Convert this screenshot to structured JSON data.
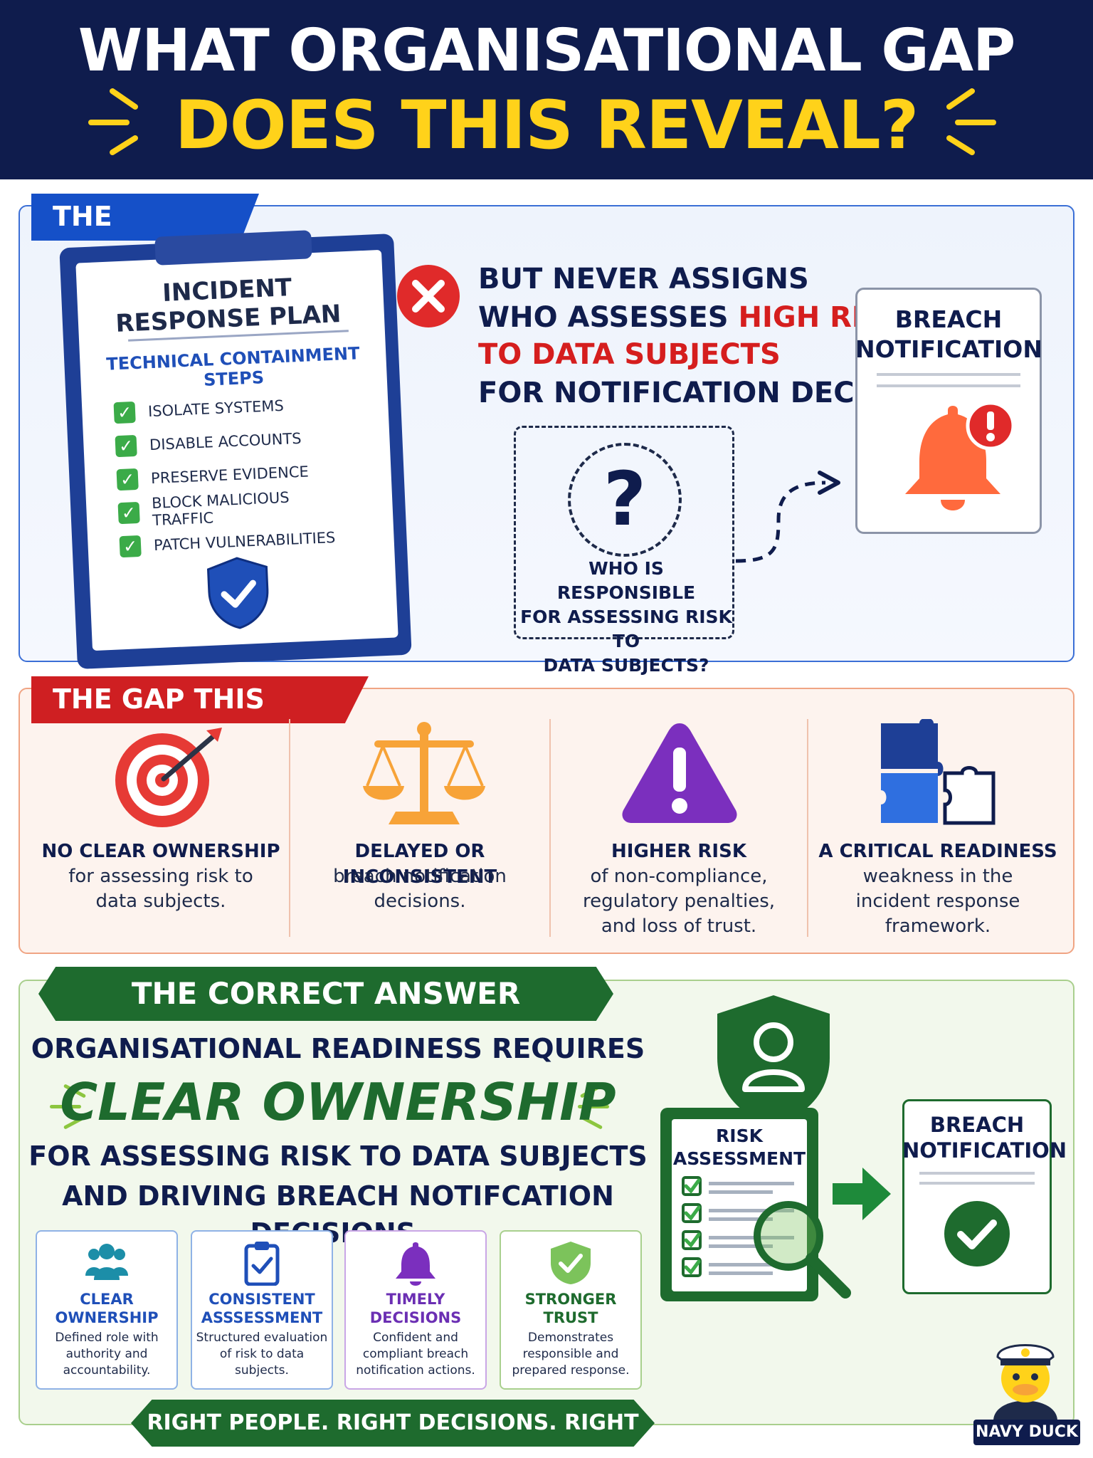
{
  "header": {
    "line1": "WHAT ORGANISATIONAL GAP",
    "line2": "DOES THIS REVEAL?"
  },
  "scenario": {
    "ribbon": "THE SCENARIO",
    "plan_title_1": "INCIDENT",
    "plan_title_2": "RESPONSE PLAN",
    "plan_subtitle": "TECHNICAL CONTAINMENT STEPS",
    "steps": [
      "ISOLATE SYSTEMS",
      "DISABLE ACCOUNTS",
      "PRESERVE EVIDENCE",
      "BLOCK MALICIOUS TRAFFIC",
      "PATCH VULNERABILITIES"
    ],
    "statement_1": "BUT NEVER ASSIGNS",
    "statement_2a": "WHO ASSESSES ",
    "statement_2b": "HIGH RISK",
    "statement_3": "TO DATA SUBJECTS",
    "statement_4": "FOR NOTIFICATION DECISIONS.",
    "question_mark": "?",
    "question_1": "WHO IS RESPONSIBLE",
    "question_2": "FOR ASSESSING RISK TO",
    "question_3": "DATA SUBJECTS?",
    "notification_1": "BREACH",
    "notification_2": "NOTIFICATION"
  },
  "gap": {
    "ribbon": "THE GAP THIS REVEALS",
    "items": [
      {
        "title": "NO CLEAR OWNERSHIP",
        "desc1": "for assessing risk to",
        "desc2": "data subjects.",
        "desc3": ""
      },
      {
        "title": "DELAYED OR INCONSISTENT",
        "desc1": "breach notification",
        "desc2": "decisions.",
        "desc3": ""
      },
      {
        "title": "HIGHER RISK",
        "desc1": "of non-compliance,",
        "desc2": "regulatory penalties,",
        "desc3": "and loss of trust."
      },
      {
        "title": "A CRITICAL READINESS",
        "desc1": "weakness in the",
        "desc2": "incident response",
        "desc3": "framework."
      }
    ]
  },
  "answer": {
    "ribbon": "THE CORRECT ANSWER",
    "line1": "ORGANISATIONAL READINESS REQUIRES",
    "line2": "CLEAR OWNERSHIP",
    "line3": "FOR ASSESSING RISK TO DATA SUBJECTS",
    "line4": "AND DRIVING BREACH NOTIFCATION DECISIONS.",
    "cards": [
      {
        "title1": "CLEAR",
        "title2": "OWNERSHIP",
        "desc1": "Defined role with",
        "desc2": "authority and",
        "desc3": "accountability.",
        "color": "#1f4fb8"
      },
      {
        "title1": "CONSISTENT",
        "title2": "ASSSESSMENT",
        "desc1": "Structured evaluation",
        "desc2": "of risk to data",
        "desc3": "subjects.",
        "color": "#1f4fb8"
      },
      {
        "title1": "TIMELY",
        "title2": "DECISIONS",
        "desc1": "Confident and",
        "desc2": "compliant breach",
        "desc3": "notification actions.",
        "color": "#6b2fb3"
      },
      {
        "title1": "STRONGER",
        "title2": "TRUST",
        "desc1": "Demonstrates",
        "desc2": "responsible and",
        "desc3": "prepared response.",
        "color": "#1e6b2e"
      }
    ],
    "risk_1": "RISK",
    "risk_2": "ASSESSMENT",
    "notification_1": "BREACH",
    "notification_2": "NOTIFICATION",
    "footer": "RIGHT PEOPLE. RIGHT DECISIONS. RIGHT TIME.",
    "brand": "NAVY DUCK"
  },
  "colors": {
    "navy": "#0f1c4d",
    "yellow": "#ffd21a",
    "blue": "#1550c8",
    "red": "#cf1f22",
    "green": "#1e6b2e",
    "orange": "#ff6a3d",
    "purple": "#7b2fbe"
  },
  "icons": [
    "x-circle-icon",
    "question-icon",
    "bell-icon",
    "shield-check-icon",
    "target-icon",
    "scales-icon",
    "warning-icon",
    "puzzle-icon",
    "people-icon",
    "clipboard-check-icon",
    "user-shield-icon",
    "magnifier-icon",
    "arrow-right-icon",
    "check-circle-icon",
    "duck-mascot-icon"
  ]
}
